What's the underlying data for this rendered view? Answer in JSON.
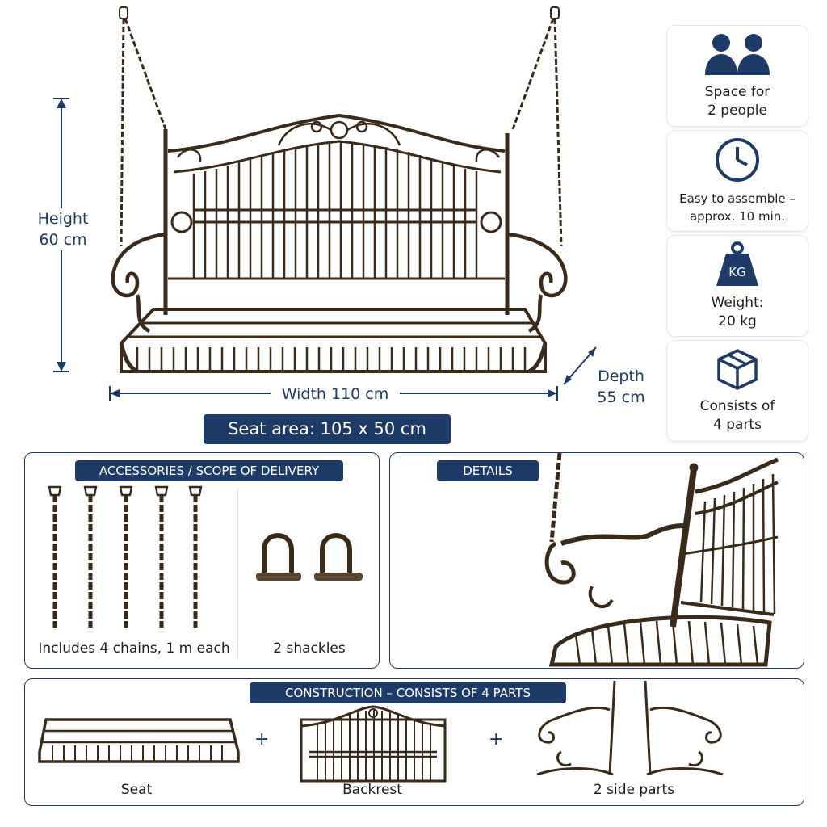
{
  "dimensions": {
    "height_label": "Height",
    "height_value": "60 cm",
    "width_label": "Width 110 cm",
    "depth_label": "Depth",
    "depth_value": "55 cm"
  },
  "features": [
    {
      "icon": "people-icon",
      "line1": "Space for",
      "line2": "2 people"
    },
    {
      "icon": "clock-icon",
      "line1": "Easy to assemble –",
      "line2": "approx. 10 min."
    },
    {
      "icon": "kg-weight-icon",
      "line1": "Weight:",
      "line2": "20 kg"
    },
    {
      "icon": "box-icon",
      "line1": "Consists of",
      "line2": "4 parts"
    }
  ],
  "seat_area": "Seat area: 105 x 50 cm",
  "accessories": {
    "title": "ACCESSORIES / SCOPE OF DELIVERY",
    "chains_caption": "Includes 4 chains, 1 m each",
    "shackles_caption": "2 shackles"
  },
  "details": {
    "title": "DETAILS"
  },
  "construction": {
    "title": "CONSTRUCTION – CONSISTS OF 4 PARTS",
    "parts": [
      "Seat",
      "Backrest",
      "2 side parts"
    ],
    "plus": "+"
  },
  "colors": {
    "accent": "#1e3a66",
    "metal": "#3a2a1a"
  }
}
